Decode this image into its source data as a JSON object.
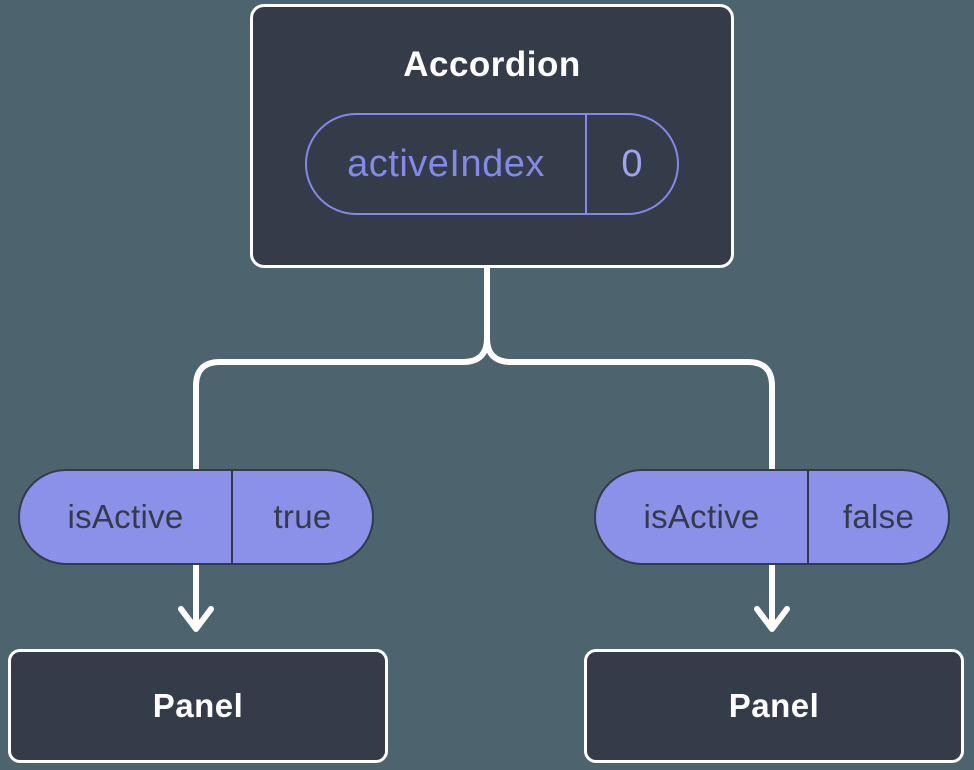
{
  "colors": {
    "background": "#4d646f",
    "node_fill": "#343b49",
    "node_border": "#ffffff",
    "pill_fill": "#8b90e9",
    "pill_border": "#343b49",
    "accent_purple": "#8289e8",
    "value_text": "#a0a5f0",
    "connector": "#ffffff"
  },
  "diagram": {
    "root": {
      "title": "Accordion",
      "prop": {
        "name": "activeIndex",
        "value": "0"
      }
    },
    "children": [
      {
        "prop": {
          "name": "isActive",
          "value": "true"
        },
        "target": "Panel"
      },
      {
        "prop": {
          "name": "isActive",
          "value": "false"
        },
        "target": "Panel"
      }
    ]
  }
}
